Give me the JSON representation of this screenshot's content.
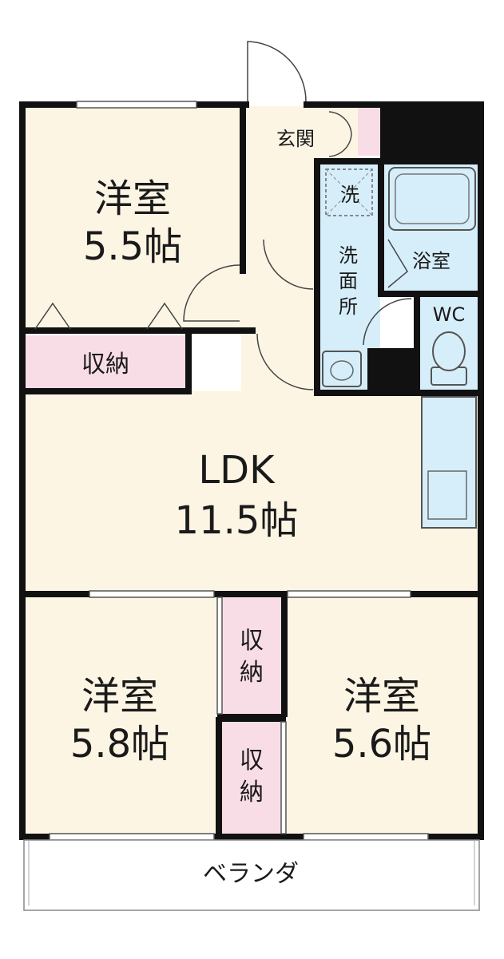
{
  "rooms": {
    "western_top": {
      "name": "洋室",
      "size": "5.5帖"
    },
    "closet_top": {
      "name": "収納"
    },
    "entrance": {
      "name": "玄関"
    },
    "laundry": {
      "name": "洗"
    },
    "washroom": {
      "name": "洗\n面\n所"
    },
    "washroom_chars": [
      "洗",
      "面",
      "所"
    ],
    "bath": {
      "name": "浴室"
    },
    "toilet": {
      "name": "WC"
    },
    "ldk": {
      "name": "LDK",
      "size": "11.5帖"
    },
    "western_bl": {
      "name": "洋室",
      "size": "5.8帖"
    },
    "western_br": {
      "name": "洋室",
      "size": "5.6帖"
    },
    "closet_mid_1": {
      "name": "収\n納",
      "chars": [
        "収",
        "納"
      ]
    },
    "closet_mid_2": {
      "name": "収\n納",
      "chars": [
        "収",
        "納"
      ]
    },
    "balcony": {
      "name": "ベランダ"
    }
  },
  "colors": {
    "room_floor": "#fdf5e4",
    "closet_floor": "#f9dde6",
    "wet_area": "#d6eefa",
    "wall": "#111111"
  }
}
